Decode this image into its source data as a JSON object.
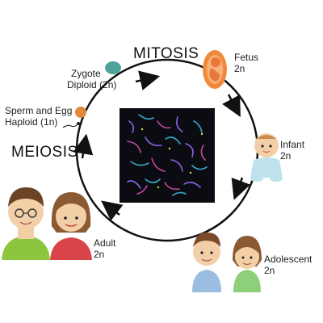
{
  "labels": {
    "mitosis": "MITOSIS",
    "meiosis": "MEIOSIS",
    "zygote": {
      "name": "Zygote",
      "ploidy": "Diploid (2n)"
    },
    "gametes": {
      "name": "Sperm and Egg",
      "ploidy": "Haploid (1n)"
    },
    "fetus": {
      "name": "Fetus",
      "ploidy": "2n"
    },
    "infant": {
      "name": "Infant",
      "ploidy": "2n"
    },
    "adolescent": {
      "name": "Adolescent",
      "ploidy": "2n"
    },
    "adult": {
      "name": "Adult",
      "ploidy": "2n"
    }
  },
  "colors": {
    "cycle": "#111111",
    "zygote_cell": "#4fa39a",
    "egg_cell": "#e28a3c",
    "fetus": "#f08a3a",
    "chromosome_bg": "#0b0b12",
    "chromosome_1": "#9b6bff",
    "chromosome_2": "#3fb6d9",
    "chromosome_3": "#d94fb0"
  },
  "icons": [
    "zygote-cell-icon",
    "egg-cell-icon",
    "sperm-icon",
    "fetus-icon",
    "infant-icon",
    "adolescent-boy-icon",
    "adolescent-girl-icon",
    "adult-man-icon",
    "adult-woman-icon",
    "chromosome-image"
  ]
}
